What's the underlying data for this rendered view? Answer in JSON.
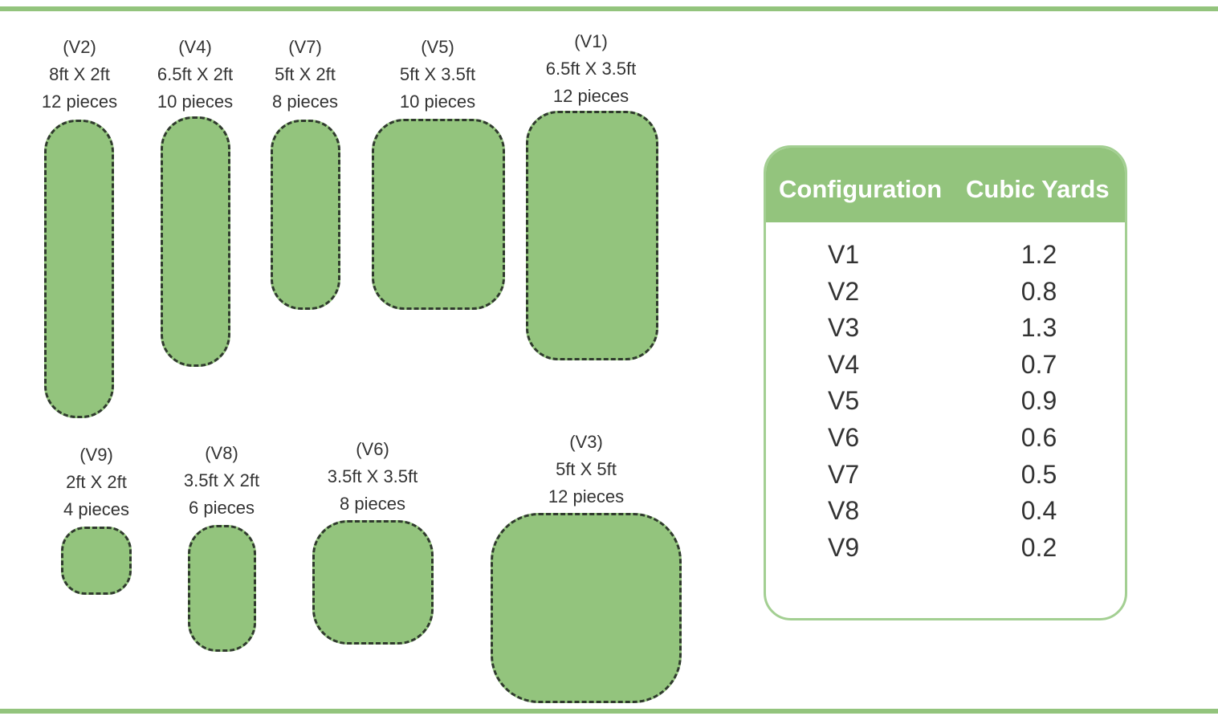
{
  "configurations": [
    {
      "id": "(V2)",
      "size": "8ft X 2ft",
      "pieces": "12 pieces"
    },
    {
      "id": "(V4)",
      "size": "6.5ft X 2ft",
      "pieces": "10 pieces"
    },
    {
      "id": "(V7)",
      "size": "5ft X 2ft",
      "pieces": "8 pieces"
    },
    {
      "id": "(V5)",
      "size": "5ft X 3.5ft",
      "pieces": "10 pieces"
    },
    {
      "id": "(V1)",
      "size": "6.5ft X 3.5ft",
      "pieces": "12 pieces"
    },
    {
      "id": "(V9)",
      "size": "2ft X 2ft",
      "pieces": "4 pieces"
    },
    {
      "id": "(V8)",
      "size": "3.5ft X 2ft",
      "pieces": "6 pieces"
    },
    {
      "id": "(V6)",
      "size": "3.5ft X 3.5ft",
      "pieces": "8 pieces"
    },
    {
      "id": "(V3)",
      "size": "5ft X 5ft",
      "pieces": "12 pieces"
    }
  ],
  "table": {
    "header": {
      "configuration": "Configuration",
      "cubic_yards": "Cubic Yards"
    },
    "rows": [
      {
        "config": "V1",
        "yards": "1.2"
      },
      {
        "config": "V2",
        "yards": "0.8"
      },
      {
        "config": "V3",
        "yards": "1.3"
      },
      {
        "config": "V4",
        "yards": "0.7"
      },
      {
        "config": "V5",
        "yards": "0.9"
      },
      {
        "config": "V6",
        "yards": "0.6"
      },
      {
        "config": "V7",
        "yards": "0.5"
      },
      {
        "config": "V8",
        "yards": "0.4"
      },
      {
        "config": "V9",
        "yards": "0.2"
      }
    ]
  },
  "colors": {
    "bed_fill": "#93c47d",
    "bed_outline": "#2f3a2d",
    "accent": "#93c47d"
  }
}
